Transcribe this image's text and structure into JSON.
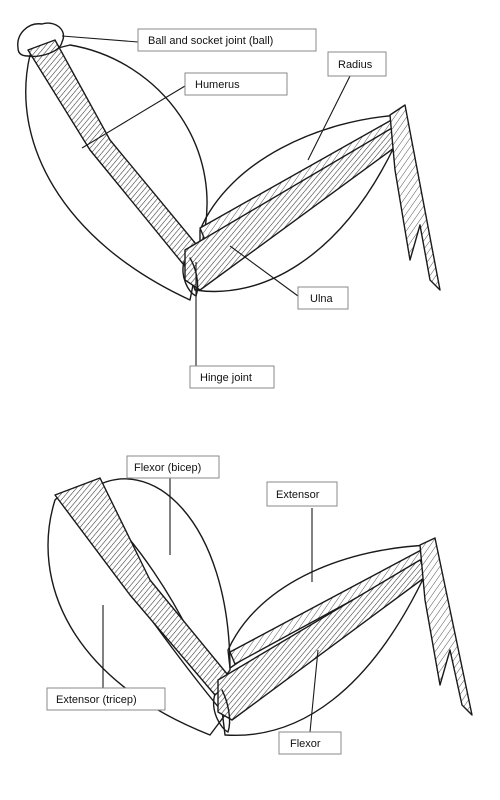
{
  "labels": {
    "ball_socket": "Ball and socket joint (ball)",
    "humerus": "Humerus",
    "radius": "Radius",
    "ulna": "Ulna",
    "hinge": "Hinge joint",
    "flexor_bicep": "Flexor (bicep)",
    "extensor_upper": "Extensor",
    "extensor_tricep": "Extensor (tricep)",
    "flexor_lower": "Flexor"
  }
}
